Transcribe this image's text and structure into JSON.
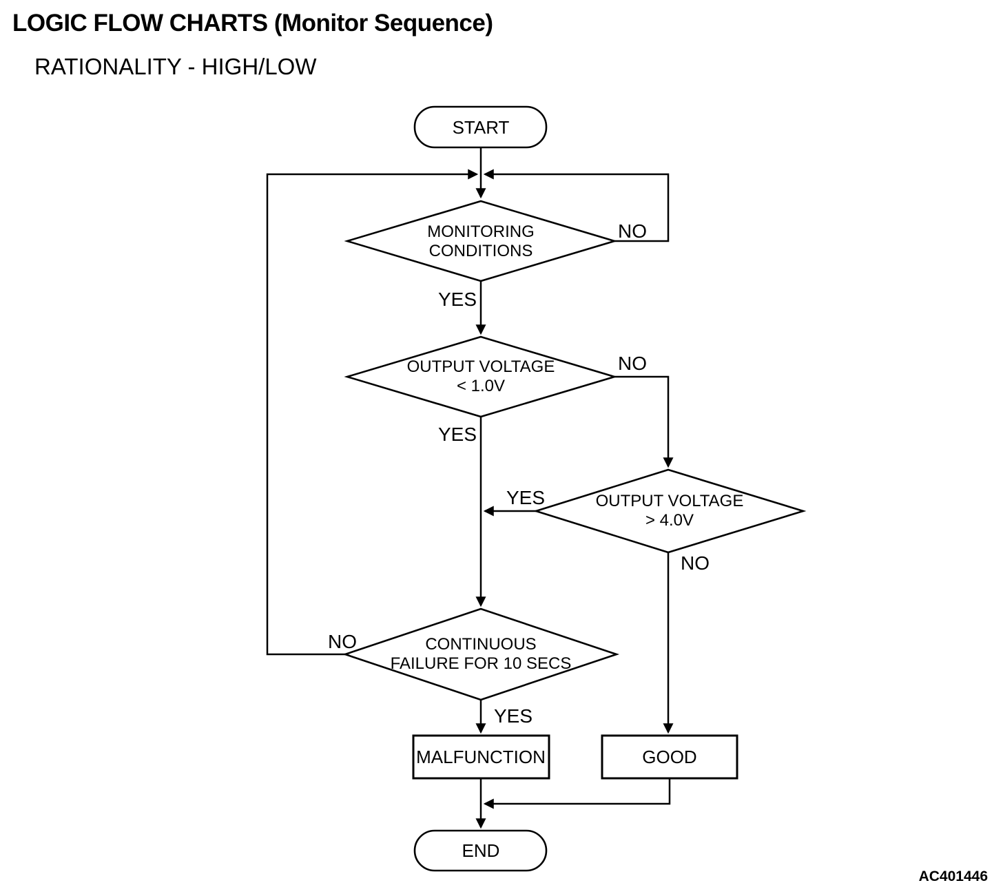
{
  "page": {
    "title": "LOGIC FLOW CHARTS (Monitor Sequence)",
    "subtitle": "RATIONALITY - HIGH/LOW",
    "figure_code": "AC401446",
    "colors": {
      "ink": "#000000",
      "paper": "#ffffff"
    }
  },
  "flowchart": {
    "start": {
      "label": "START"
    },
    "monitoring_conditions": {
      "line1": "MONITORING",
      "line2": "CONDITIONS",
      "yes": "YES",
      "no": "NO"
    },
    "output_voltage_low": {
      "line1": "OUTPUT VOLTAGE",
      "line2": "< 1.0V",
      "yes": "YES",
      "no": "NO"
    },
    "output_voltage_high": {
      "line1": "OUTPUT VOLTAGE",
      "line2": "> 4.0V",
      "yes": "YES",
      "no": "NO"
    },
    "continuous_failure": {
      "line1": "CONTINUOUS",
      "line2": "FAILURE FOR 10 SECS",
      "yes": "YES",
      "no": "NO"
    },
    "malfunction": {
      "label": "MALFUNCTION"
    },
    "good": {
      "label": "GOOD"
    },
    "end": {
      "label": "END"
    }
  }
}
